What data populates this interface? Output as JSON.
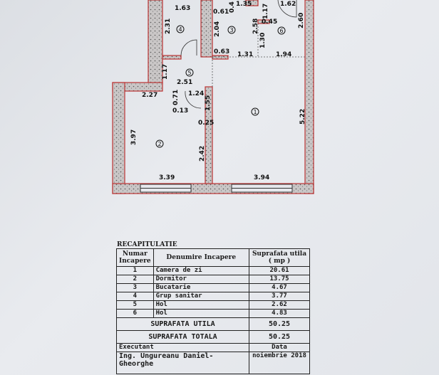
{
  "plan": {
    "rooms": [
      "1",
      "2",
      "3",
      "4",
      "5",
      "6"
    ],
    "dimensions": {
      "r4_width": "1.63",
      "r4_height": "2.31",
      "r3_top": "0.61",
      "r3_top2": "0.4",
      "r3_top3": "1.35",
      "r3_height": "2.04",
      "r3_bottom": "0.63",
      "r6_h1": "1.17",
      "r6_w1": "0.45",
      "r6_h2": "2.58",
      "r6_h3": "1.30",
      "r6_right": "2.60",
      "r6_top": "1.62",
      "hall_h": "1.17",
      "hall_w": "2.51",
      "door_w": "1.24",
      "wall_a": "0.71",
      "wall_b": "0.13",
      "wall_c": "1.55",
      "wall_d": "0.25",
      "line_a": "1.31",
      "line_b": "1.94",
      "r2_top": "2.27",
      "r2_left": "3.97",
      "r2_right": "2.42",
      "r2_bottom": "3.39",
      "r1_right": "5.22",
      "r1_bottom": "3.94"
    }
  },
  "recap": {
    "title": "RECAPITULATIE",
    "headers": [
      "Numar Incapere",
      "Denumire Incapere",
      "Suprafata utila ( mp )"
    ],
    "rows": [
      {
        "num": "1",
        "name": "Camera de zi",
        "area": "20.61"
      },
      {
        "num": "2",
        "name": "Dormitor",
        "area": "13.75"
      },
      {
        "num": "3",
        "name": "Bucatarie",
        "area": "4.67"
      },
      {
        "num": "4",
        "name": "Grup sanitar",
        "area": "3.77"
      },
      {
        "num": "5",
        "name": "Hol",
        "area": "2.62"
      },
      {
        "num": "6",
        "name": "Hol",
        "area": "4.83"
      }
    ],
    "useful_label": "SUPRAFATA UTILA",
    "useful_value": "50.25",
    "total_label": "SUPRAFATA TOTALA",
    "total_value": "50.25",
    "executant_label": "Executant",
    "executant": "Ing. Ungureanu Daniel-Gheorghe",
    "date_label": "Data",
    "date": "noiembrie 2018"
  }
}
